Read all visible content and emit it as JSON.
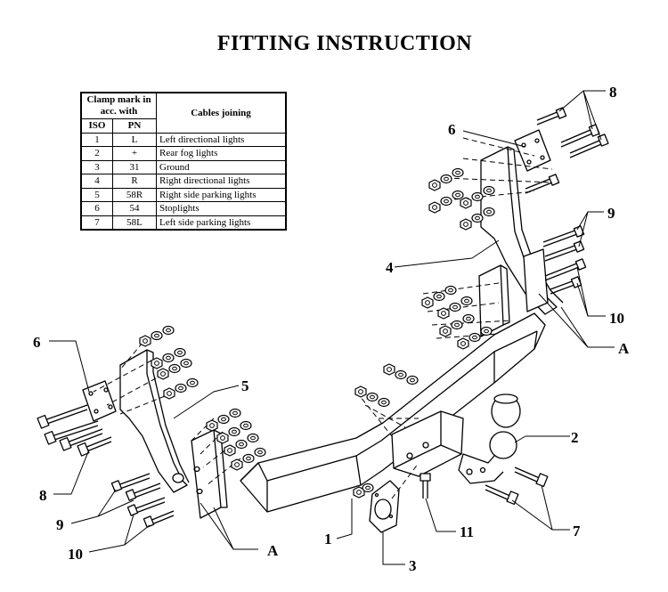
{
  "title": "FITTING INSTRUCTION",
  "table": {
    "header_clamp_mark": "Clamp mark in acc. with",
    "header_iso": "ISO",
    "header_pn": "PN",
    "header_cables": "Cables joining",
    "rows": [
      {
        "iso": "1",
        "pn": "L",
        "cable": "Left directional lights"
      },
      {
        "iso": "2",
        "pn": "+",
        "cable": "Rear fog lights"
      },
      {
        "iso": "3",
        "pn": "31",
        "cable": "Ground"
      },
      {
        "iso": "4",
        "pn": "R",
        "cable": "Right directional lights"
      },
      {
        "iso": "5",
        "pn": "58R",
        "cable": "Right side parking lights"
      },
      {
        "iso": "6",
        "pn": "54",
        "cable": "Stoplights"
      },
      {
        "iso": "7",
        "pn": "58L",
        "cable": "Left side parking lights"
      }
    ]
  },
  "callouts": {
    "c8_top": "8",
    "c6_top": "6",
    "c9_top": "9",
    "c4": "4",
    "c10_right": "10",
    "cA_right": "A",
    "c6_left": "6",
    "c5": "5",
    "c2": "2",
    "c8_left": "8",
    "c9_left": "9",
    "c10_left": "10",
    "cA_bottom": "A",
    "c1": "1",
    "c11": "11",
    "c7": "7",
    "c3": "3"
  }
}
